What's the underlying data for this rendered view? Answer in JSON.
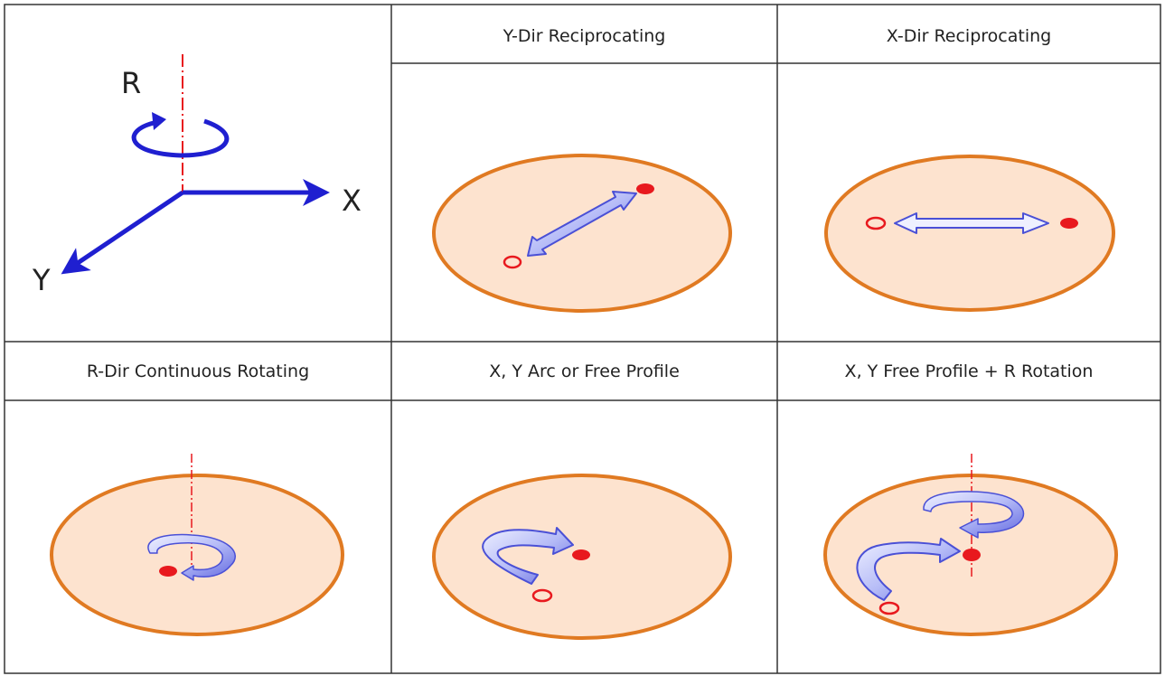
{
  "axes": {
    "r_label": "R",
    "x_label": "X",
    "y_label": "Y"
  },
  "cells": {
    "y_dir": {
      "title": "Y-Dir Reciprocating"
    },
    "x_dir": {
      "title": "X-Dir Reciprocating"
    },
    "r_dir": {
      "title": "R-Dir Continuous Rotating"
    },
    "arc": {
      "title": "X, Y Arc or Free Profile"
    },
    "free_r": {
      "title": "X, Y Free Profile + R Rotation"
    }
  },
  "colors": {
    "grid": "#333333",
    "plate_fill": "#fde3cf",
    "plate_edge": "#e07a22",
    "axis_blue": "#1f1fd0",
    "axis_red": "#e8191e",
    "arrow_fill": "#a9b1f5",
    "arrow_edge": "#4a50d6",
    "dot": "#e8191e"
  },
  "icons": [
    "rotation-arrow-icon",
    "double-arrow-icon",
    "curved-arrow-icon",
    "start-point-icon",
    "end-point-icon"
  ]
}
